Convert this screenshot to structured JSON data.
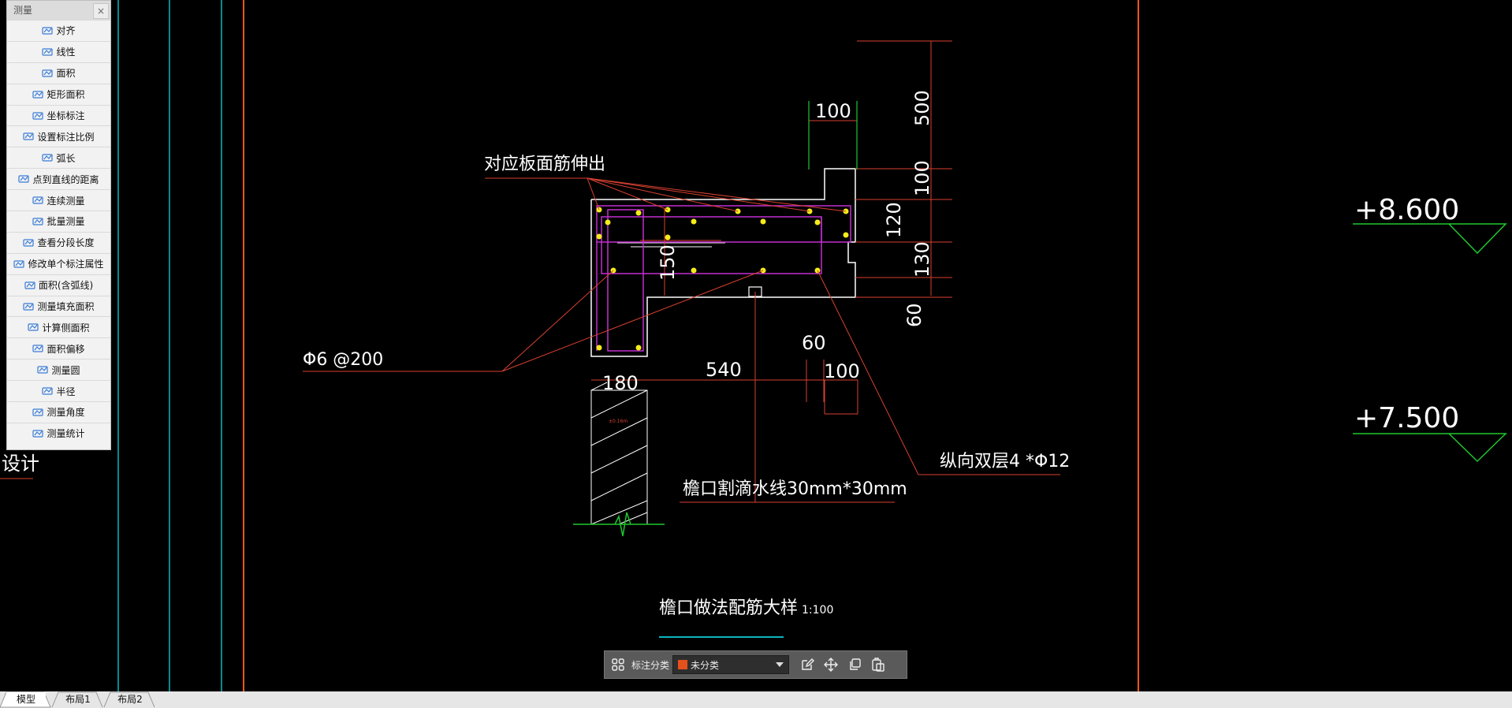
{
  "measure_panel": {
    "title": "测量",
    "close_glyph": "×",
    "items": [
      {
        "label": "对齐",
        "icon": "aligned-dimension-icon"
      },
      {
        "label": "线性",
        "icon": "linear-dimension-icon"
      },
      {
        "label": "面积",
        "icon": "area-icon"
      },
      {
        "label": "矩形面积",
        "icon": "rectangle-area-icon"
      },
      {
        "label": "坐标标注",
        "icon": "coordinate-dimension-icon"
      },
      {
        "label": "设置标注比例",
        "icon": "dimension-scale-icon"
      },
      {
        "label": "弧长",
        "icon": "arc-length-icon"
      },
      {
        "label": "点到直线的距离",
        "icon": "point-to-line-icon"
      },
      {
        "label": "连续测量",
        "icon": "continuous-measure-icon"
      },
      {
        "label": "批量测量",
        "icon": "batch-measure-icon"
      },
      {
        "label": "查看分段长度",
        "icon": "segment-length-icon"
      },
      {
        "label": "修改单个标注属性",
        "icon": "edit-dimension-icon"
      },
      {
        "label": "面积(含弧线)",
        "icon": "arc-area-icon"
      },
      {
        "label": "测量填充面积",
        "icon": "hatch-area-icon"
      },
      {
        "label": "计算侧面积",
        "icon": "side-area-icon"
      },
      {
        "label": "面积偏移",
        "icon": "area-offset-icon"
      },
      {
        "label": "测量圆",
        "icon": "measure-circle-icon"
      },
      {
        "label": "半径",
        "icon": "radius-icon"
      },
      {
        "label": "测量角度",
        "icon": "measure-angle-icon"
      },
      {
        "label": "测量统计",
        "icon": "measure-stats-icon"
      }
    ]
  },
  "drawing": {
    "left_partial_text": "设计",
    "callout_top": "对应板面筋伸出",
    "callout_rebar": "Φ6 @200",
    "callout_longitudinal": "纵向双层4 *Φ12",
    "callout_drip": "檐口割滴水线30mm*30mm",
    "title": "檐口做法配筋大样",
    "scale": "1:100",
    "dim_100_top": "100",
    "dim_500": "500",
    "dim_100_right": "100",
    "dim_120": "120",
    "dim_130": "130",
    "dim_60_right": "60",
    "dim_150": "150",
    "dim_180": "180",
    "dim_540": "540",
    "dim_60_bottom": "60",
    "dim_100_bottom": "100",
    "elev_upper": "+8.600",
    "elev_lower": "+7.500",
    "small_red_label": "±0.16m"
  },
  "toolbar": {
    "grid_icon": "grid-icon",
    "category_label": "标注分类",
    "category_value": "未分类",
    "category_color": "#e6501a",
    "actions": [
      "edit-icon",
      "move-icon",
      "copy-icon",
      "paste-icon"
    ]
  },
  "tabs": [
    {
      "label": "模型",
      "active": true
    },
    {
      "label": "布局1",
      "active": false
    },
    {
      "label": "布局2",
      "active": false
    }
  ],
  "colors": {
    "background": "#000000",
    "cyan_line": "#0bb5c0",
    "orange_line": "#e85a1a",
    "dimension_red": "#d8412f",
    "rebar_purple": "#c22fd0",
    "rebar_yellow": "#f5ec1a",
    "leader_green": "#1fc72f"
  }
}
